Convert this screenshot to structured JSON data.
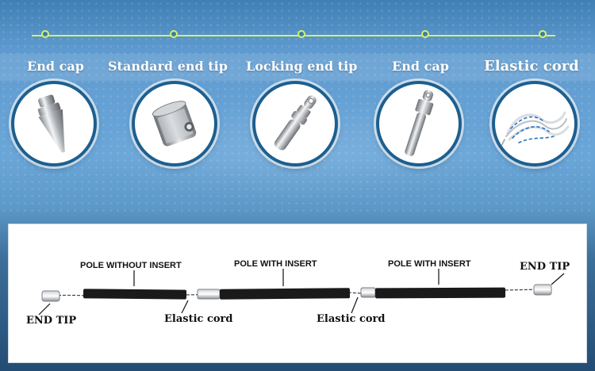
{
  "parts": [
    {
      "label": "End cap",
      "icon": "cone-end-cap-icon"
    },
    {
      "label": "Standard end tip",
      "icon": "ferrule-end-tip-icon"
    },
    {
      "label": "Locking end tip",
      "icon": "locking-pin-icon"
    },
    {
      "label": "End cap",
      "icon": "rod-end-cap-icon"
    },
    {
      "label": "Elastic cord",
      "icon": "coiled-cord-icon"
    }
  ],
  "diagram": {
    "pole_without_insert": "POLE WITHOUT INSERT",
    "pole_with_insert_1": "POLE WITH INSERT",
    "pole_with_insert_2": "POLE WITH INSERT",
    "end_tip_left": "END TIP",
    "end_tip_right": "END TIP",
    "elastic_cord_1": "Elastic cord",
    "elastic_cord_2": "Elastic cord"
  },
  "colors": {
    "accent": "#d8f06a",
    "circle_border": "#1d5f8f",
    "pole": "#1a1a1a"
  }
}
